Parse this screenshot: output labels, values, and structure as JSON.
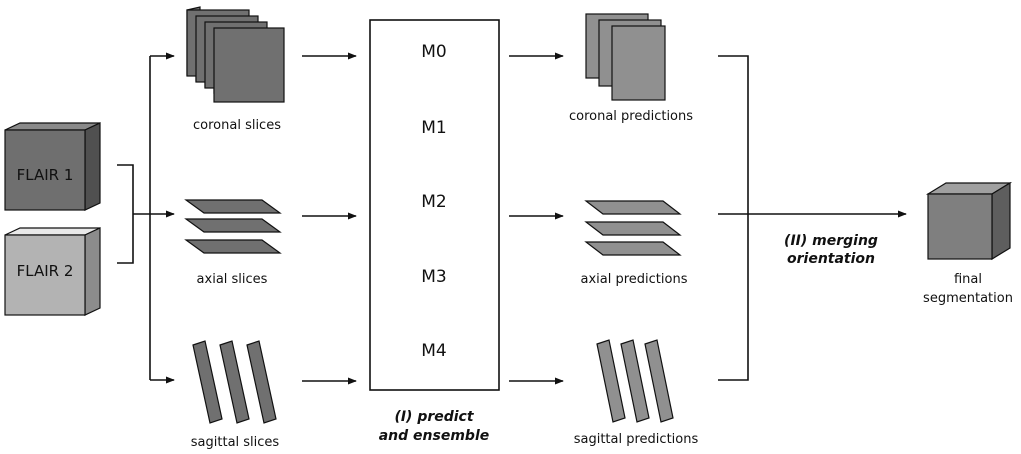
{
  "inputs": [
    {
      "label": "FLAIR 1",
      "color": "#6f6f6f"
    },
    {
      "label": "FLAIR 2",
      "color": "#b3b3b3"
    }
  ],
  "slices": {
    "coronal": "coronal slices",
    "axial": "axial slices",
    "sagittal": "sagittal slices"
  },
  "models": [
    "M0",
    "M1",
    "M2",
    "M3",
    "M4"
  ],
  "predictions": {
    "coronal": "coronal predictions",
    "axial": "axial predictions",
    "sagittal": "sagittal predictions"
  },
  "steps": {
    "predict_line1": "(I) predict",
    "predict_line2": "and ensemble",
    "merge_line1": "(II) merging",
    "merge_line2": "orientation"
  },
  "output": {
    "line1": "final",
    "line2": "segmentation",
    "color": "#7f7f7f"
  },
  "colors": {
    "slice_dark": "#707070",
    "prediction": "#909090"
  }
}
